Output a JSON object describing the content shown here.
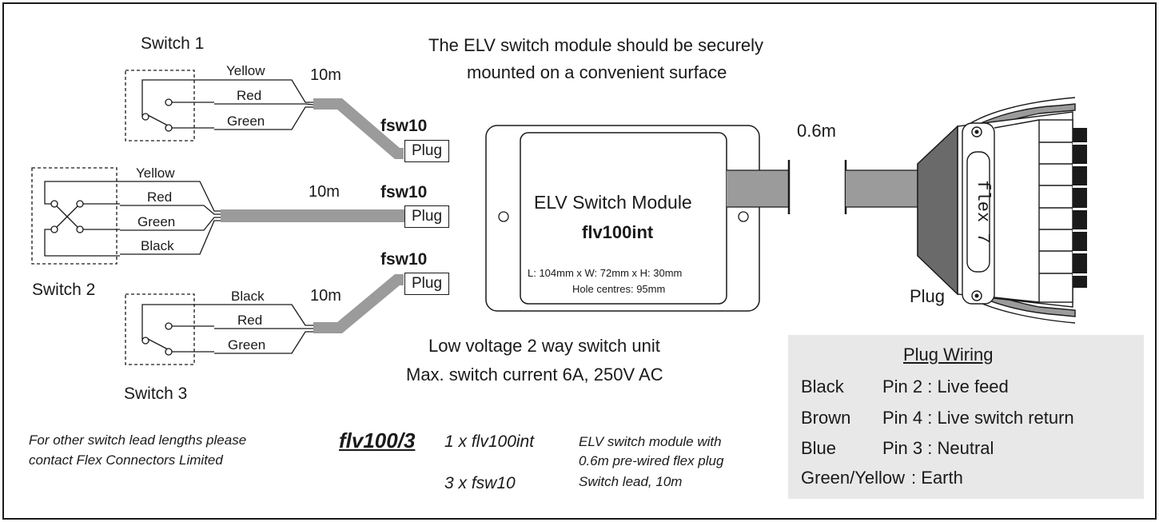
{
  "header": {
    "line1": "The ELV switch module should be securely",
    "line2": "mounted on a convenient surface"
  },
  "switches": {
    "s1": "Switch 1",
    "s2": "Switch 2",
    "s3": "Switch 3"
  },
  "wires": {
    "s1": [
      "Yellow",
      "Red",
      "Green"
    ],
    "s2": [
      "Yellow",
      "Red",
      "Green",
      "Black"
    ],
    "s3": [
      "Black",
      "Red",
      "Green"
    ]
  },
  "leads": {
    "length": "10m",
    "part": "fsw10",
    "plug": "Plug"
  },
  "module": {
    "title": "ELV Switch Module",
    "part": "flv100int",
    "dims": "L: 104mm x W: 72mm x H: 30mm",
    "holes": "Hole centres: 95mm",
    "cable_length": "0.6m"
  },
  "plug": {
    "brand": "flex 7",
    "label": "Plug"
  },
  "notes": {
    "line1": "Low voltage 2 way switch unit",
    "line2": "Max. switch current 6A, 250V AC",
    "other1": "For other switch lead lengths please",
    "other2": "contact Flex Connectors Limited"
  },
  "kit": {
    "code": "flv100/3",
    "item1_qty": "1 x flv100int",
    "item1_desc1": "ELV switch module with",
    "item1_desc2": "0.6m pre-wired flex plug",
    "item2_qty": "3 x fsw10",
    "item2_desc": "Switch lead, 10m"
  },
  "wiring": {
    "title": "Plug Wiring",
    "rows": [
      {
        "color": "Black",
        "pin": "Pin 2 : Live feed"
      },
      {
        "color": "Brown",
        "pin": "Pin 4 : Live switch return"
      },
      {
        "color": "Blue",
        "pin": "Pin 3 : Neutral"
      },
      {
        "color": "Green/Yellow",
        "pin": ": Earth"
      }
    ],
    "bg": "#e8e8e8"
  },
  "colors": {
    "cable": "#9b9b9b",
    "line": "#1a1a1a"
  }
}
